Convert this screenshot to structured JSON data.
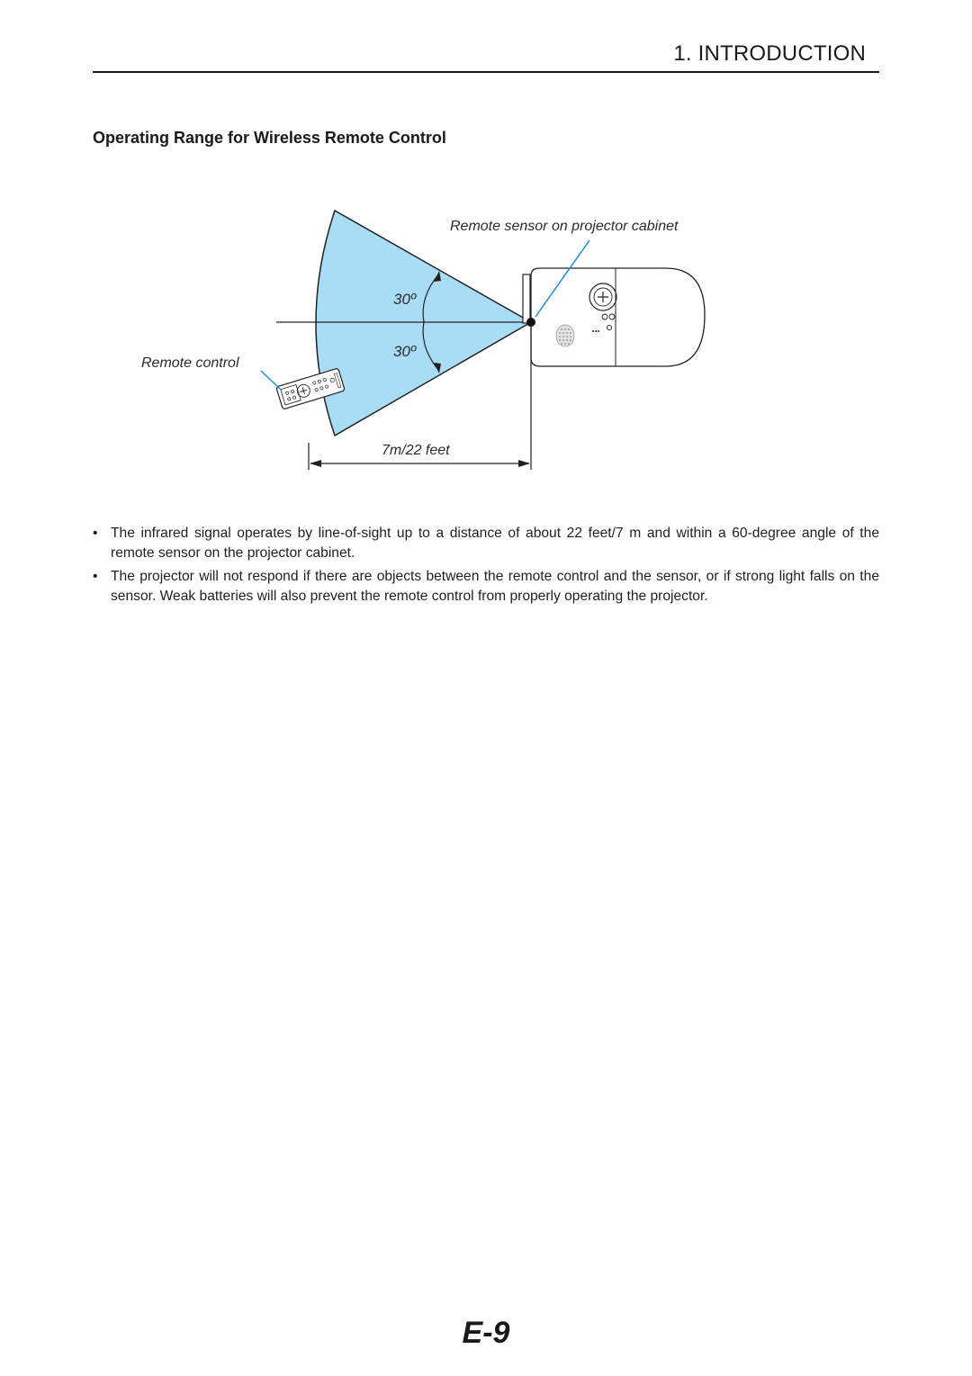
{
  "header": {
    "section_title": "1. INTRODUCTION"
  },
  "section": {
    "heading": "Operating Range for Wireless Remote Control"
  },
  "diagram": {
    "sensor_label": "Remote sensor on projector cabinet",
    "remote_label": "Remote control",
    "angle_upper": "30º",
    "angle_lower": "30º",
    "distance_label": "7m/22 feet",
    "colors": {
      "range_fill": "#a9dcf5",
      "leader_line": "#1e8fd0"
    }
  },
  "bullets": [
    "The infrared signal operates by line-of-sight up to a distance of about 22 feet/7 m and within a 60-degree angle of the remote sensor on the projector cabinet.",
    "The projector will not respond if there are objects between the remote control and the sensor, or if strong light falls on the sensor. Weak batteries will also prevent the remote control from properly operating the projector."
  ],
  "bullet_symbol": "•",
  "footer": {
    "page_number": "E-9"
  }
}
